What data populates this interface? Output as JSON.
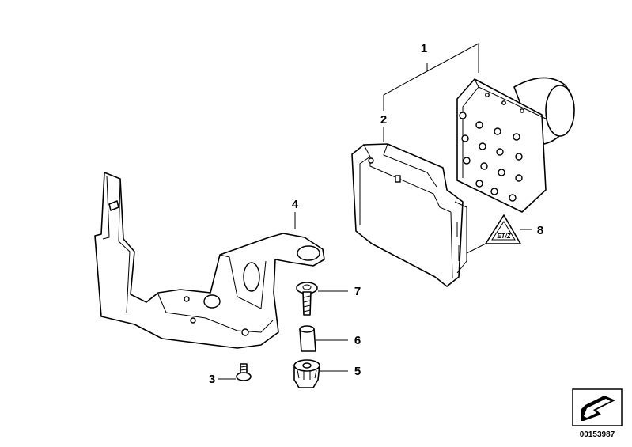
{
  "diagram": {
    "callouts": [
      {
        "id": "1",
        "label": "1"
      },
      {
        "id": "2",
        "label": "2"
      },
      {
        "id": "3",
        "label": "3"
      },
      {
        "id": "4",
        "label": "4"
      },
      {
        "id": "5",
        "label": "5"
      },
      {
        "id": "6",
        "label": "6"
      },
      {
        "id": "7",
        "label": "7"
      },
      {
        "id": "8",
        "label": "8"
      }
    ],
    "warning_label_text": "ET/Z",
    "document_number": "00153987"
  }
}
